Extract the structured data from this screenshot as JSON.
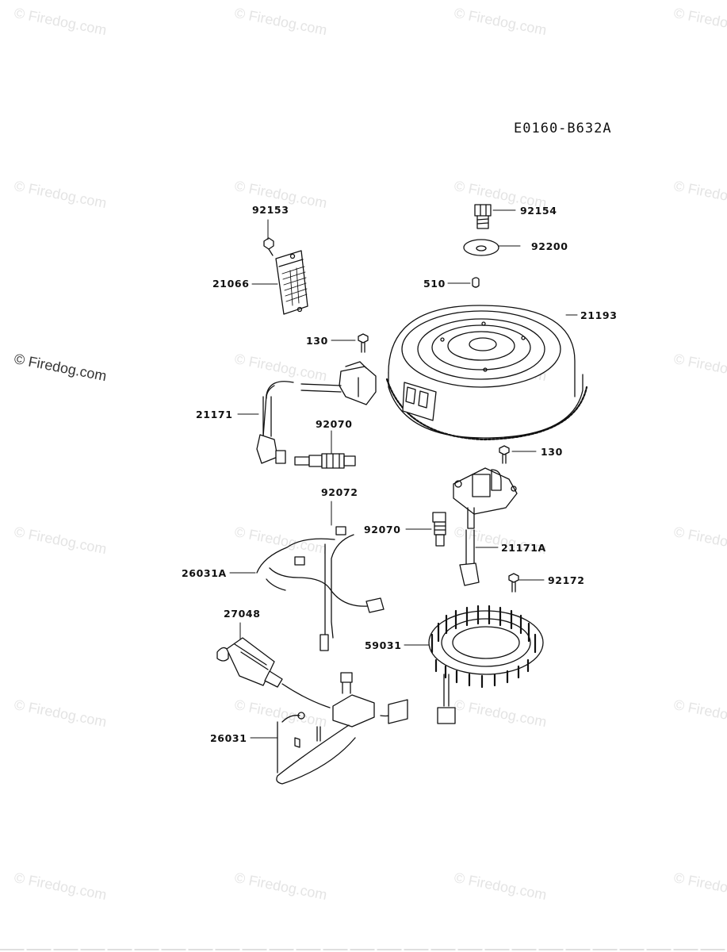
{
  "diagram": {
    "code": "E0160-B632A",
    "watermark": "© Firedog.com",
    "labels": {
      "p92153": "92153",
      "p21066": "21066",
      "p92154": "92154",
      "p92200": "92200",
      "p510": "510",
      "p21193": "21193",
      "p130a": "130",
      "p21171": "21171",
      "p92070a": "92070",
      "p130b": "130",
      "p92072": "92072",
      "p92070b": "92070",
      "p21171A": "21171A",
      "p26031A": "26031A",
      "p92172": "92172",
      "p27048": "27048",
      "p59031": "59031",
      "p26031": "26031"
    }
  }
}
